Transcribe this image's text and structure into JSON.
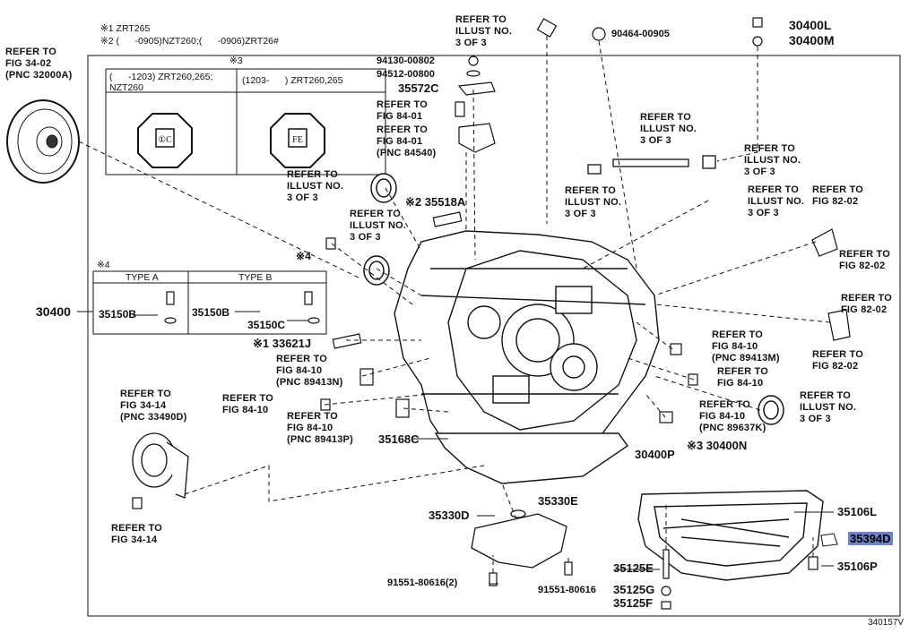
{
  "notes": {
    "n1": "※1 ZRT265",
    "n2": "※2 (      -0905)NZT260;(      -0906)ZRT26#",
    "n3": "※3",
    "n4": "※4"
  },
  "marker_table": {
    "left_header": "(      -1203) ZRT260,265;\nNZT260",
    "right_header": "(1203-      ) ZRT260,265"
  },
  "type_table": {
    "type_a": "TYPE A",
    "type_b": "TYPE B",
    "a_part": "35150B",
    "b_part1": "35150B",
    "b_part2": "35150C"
  },
  "labels": {
    "torque_conv_ref": "REFER TO\nFIG 34-02\n(PNC 32000A)",
    "top_ref1": "REFER TO\nILLUST NO.\n3 OF 3",
    "p90464": "90464-00905",
    "p30400L": "30400L",
    "p30400M": "30400M",
    "p94130": "94130-00802",
    "p94512": "94512-00800",
    "p35572C": "35572C",
    "ref_84_01a": "REFER TO\nFIG 84-01",
    "ref_84_01b": "REFER TO\nFIG 84-01\n(PNC 84540)",
    "shaft_ref": "REFER TO\nILLUST NO.\n3 OF 3",
    "ref_illust_left": "REFER TO\nILLUST NO.\n3 OF 3",
    "ref_illust_right1": "REFER TO\nILLUST NO.\n3 OF 3",
    "ref_illust_right2": "REFER TO\nILLUST NO.\n3 OF 3",
    "ref_illust_seal1": "REFER TO\nILLUST NO.\n3 OF 3",
    "ref_illust_seal2": "REFER TO\nILLUST NO.\n3 OF 3",
    "p35518A": "※2 35518A",
    "ref_82_02a": "REFER TO\nFIG 82-02",
    "ref_82_02b": "REFER TO\nFIG 82-02",
    "ref_82_02c": "REFER TO\nFIG 82-02",
    "ref_82_02d": "REFER TO\nFIG 82-02",
    "p30400": "30400",
    "p33621J": "※1 33621J",
    "ref_84_10_89413N": "REFER TO\nFIG 84-10\n(PNC 89413N)",
    "ref_84_10a": "REFER TO\nFIG 84-10",
    "ref_84_10_89413P": "REFER TO\nFIG 84-10\n(PNC 89413P)",
    "ref_84_10_89413M": "REFER TO\nFIG 84-10\n(PNC 89413M)",
    "ref_84_10b": "REFER TO\nFIG 84-10",
    "ref_84_10_89637K": "REFER TO\nFIG 84-10\n(PNC 89637K)",
    "ref_34_14a": "REFER TO\nFIG 34-14\n(PNC 33490D)",
    "ref_34_14b": "REFER TO\nFIG 34-14",
    "p35168C": "35168C",
    "p30400P": "30400P",
    "p30400N": "※3 30400N",
    "p35330E": "35330E",
    "p35330D": "35330D",
    "p35106L": "35106L",
    "p35394D": "35394D",
    "p35106P": "35106P",
    "p35125E": "35125E",
    "p35125G": "35125G",
    "p35125F": "35125F",
    "p91551a": "91551-80616(2)",
    "p91551b": "91551-80616",
    "drawing_no": "340157V"
  },
  "colors": {
    "highlight": "#6f82c7",
    "line": "#111111"
  }
}
